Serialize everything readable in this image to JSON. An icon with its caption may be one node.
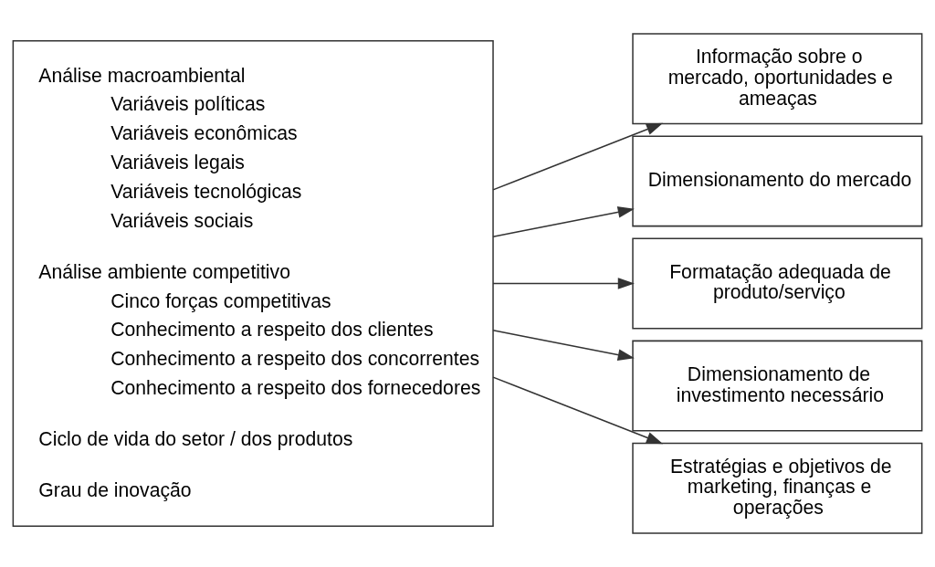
{
  "diagram": {
    "nodes": [
      {
        "text": [
          "Análise macroambiental",
          "Variáveis políticas",
          "Variáveis econômicas",
          "Variáveis legais",
          "Variáveis tecnológicas",
          "Variáveis sociais",
          "Análise ambiente competitivo",
          "Cinco forças competitivas",
          "Conhecimento a respeito dos clientes",
          "Conhecimento a respeito dos concorrentes",
          "Conhecimento a respeito dos fornecedores",
          "Ciclo de vida do setor / dos produtos",
          "Grau de inovação"
        ]
      },
      {
        "text": [
          "Informação sobre o mercado, oportunidades e ameaças"
        ]
      },
      {
        "text": [
          "Dimensionamento do mercado"
        ]
      },
      {
        "text": [
          "Formatação adequada de produto/serviço"
        ]
      },
      {
        "text": [
          "Dimensionamento de investimento necessário"
        ]
      },
      {
        "text": [
          "Estratégias e objetivos de marketing, finanças e operações"
        ]
      }
    ],
    "edges": [
      {
        "from": 0,
        "to": 1,
        "arrow": "to"
      },
      {
        "from": 0,
        "to": 2,
        "arrow": "to"
      },
      {
        "from": 0,
        "to": 3,
        "arrow": "to"
      },
      {
        "from": 0,
        "to": 4,
        "arrow": "to"
      },
      {
        "from": 0,
        "to": 5,
        "arrow": "to"
      }
    ]
  }
}
